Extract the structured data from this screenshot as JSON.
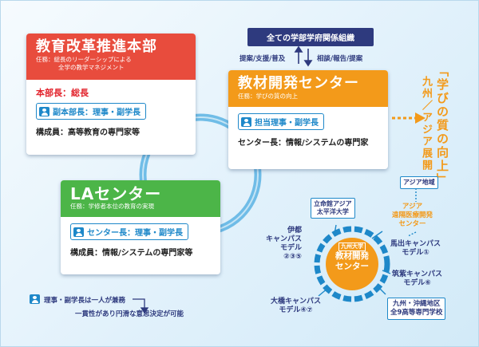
{
  "honbu": {
    "title": "教育改革推進本部",
    "task": "任務：総長のリーダーシップによる",
    "task2": "全学の教学マネジメント",
    "leader": "本部長：総長",
    "pill": "副本部長：理事・副学長",
    "member": "構成員：高等教育の専門家等"
  },
  "kaihatsu": {
    "title": "教材開発センター",
    "task": "任務：学びの質の向上",
    "pill": "担当理事・副学長",
    "member": "センター長：情報/システムの専門家"
  },
  "la": {
    "title": "LAセンター",
    "task": "任務：学修者本位の教育の実現",
    "pill": "センター長：理事・副学長",
    "member": "構成員：情報/システムの専門家等"
  },
  "org": {
    "label": "全ての学部学府関係組織",
    "left": "提案/支援/普及",
    "right": "相談/報告/提案"
  },
  "goal": {
    "line1": "「学びの質の向上」",
    "line2": "九州／アジア展開"
  },
  "network": {
    "center_top": "九州大学",
    "center_line1": "教材開発",
    "center_line2": "センター",
    "apu_line1": "立命館アジア",
    "apu_line2": "太平洋大学",
    "asia_region": "アジア地域",
    "asia_line1": "アジア",
    "asia_line2": "遠隔医療開発",
    "asia_line3": "センター",
    "ito_line1": "伊都",
    "ito_line2": "キャンパス",
    "ito_line3": "モデル",
    "ito_nums": "②③⑤",
    "maidashi_line1": "馬出キャンパス",
    "maidashi_line2": "モデル①",
    "chikushi_line1": "筑紫キャンパス",
    "chikushi_line2": "モデル⑥",
    "ohashi_line1": "大橋キャンパス",
    "ohashi_line2": "モデル④⑦",
    "kosen_line1": "九州・沖縄地区",
    "kosen_line2": "全9高等専門学校"
  },
  "note": {
    "line1": "理事・副学長は一人が兼務",
    "line2": "一貫性があり円滑な意思決定が可能"
  },
  "colors": {
    "red": "#e84c3d",
    "orange": "#f39a1a",
    "green": "#4cb548",
    "blue": "#1e88c9",
    "navy": "#2e3a7e"
  }
}
